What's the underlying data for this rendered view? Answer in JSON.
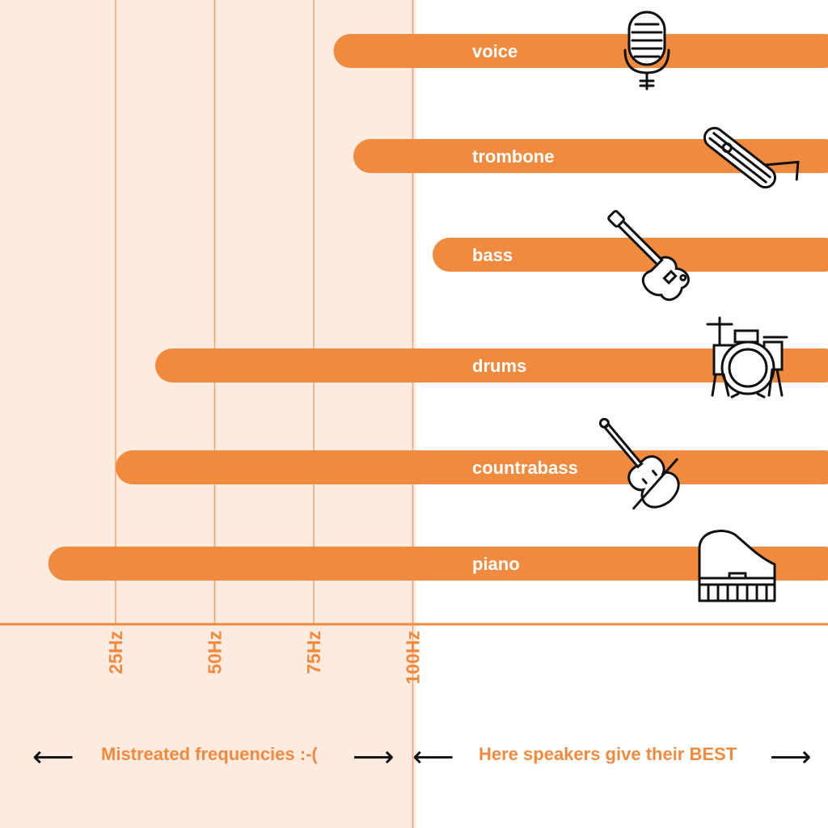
{
  "chart_data": {
    "type": "bar",
    "orientation": "horizontal",
    "categories": [
      "voice",
      "trombone",
      "bass",
      "drums",
      "countrabass",
      "piano"
    ],
    "low_frequency_hz": [
      80,
      85,
      105,
      35,
      25,
      8
    ],
    "x_ticks": [
      {
        "value": 25,
        "label": "25Hz"
      },
      {
        "value": 50,
        "label": "50Hz"
      },
      {
        "value": 75,
        "label": "75Hz"
      },
      {
        "value": 100,
        "label": "100Hz"
      }
    ],
    "icons": [
      "microphone-icon",
      "trombone-icon",
      "electric-guitar-icon",
      "drum-kit-icon",
      "double-bass-icon",
      "grand-piano-icon"
    ],
    "zones": {
      "left_label": "Mistreated frequencies :-(",
      "right_label": "Here speakers give their BEST"
    },
    "colors": {
      "bar": "#f08a3e",
      "accent": "#f08a3e",
      "left_zone_bg": "#fdebe0",
      "gridline": "#f5a26a",
      "icon": "#111111"
    },
    "grid": true
  }
}
